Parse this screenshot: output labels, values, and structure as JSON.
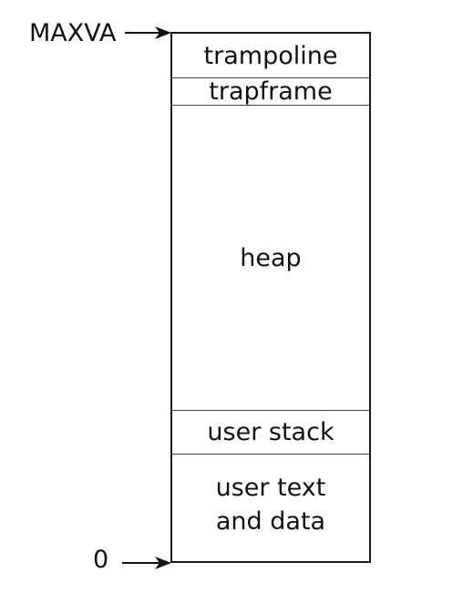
{
  "labels": {
    "top": "MAXVA",
    "bottom": "0"
  },
  "regions": [
    {
      "label": "trampoline"
    },
    {
      "label": "trapframe"
    },
    {
      "label": "heap"
    },
    {
      "label": "user stack"
    },
    {
      "label": "user text\nand data"
    }
  ]
}
